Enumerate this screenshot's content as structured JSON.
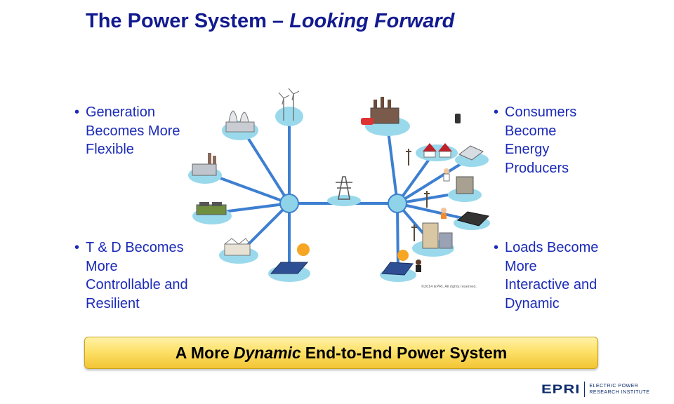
{
  "title": {
    "main": "The Power System – ",
    "emphasis": "Looking Forward"
  },
  "bullets": {
    "generation": [
      "Generation",
      "Becomes More",
      "Flexible"
    ],
    "td": [
      "T & D Becomes",
      "More",
      "Controllable and",
      "Resilient"
    ],
    "consumers": [
      "Consumers",
      "Become",
      "Energy",
      "Producers"
    ],
    "loads": [
      "Loads Become",
      "More",
      "Interactive and",
      "Dynamic"
    ]
  },
  "diagram": {
    "copyright": "©2014 EPRI. All rights reserved."
  },
  "banner": {
    "before": "A More",
    "emphasis": "Dynamic",
    "after": "End-to-End Power System"
  },
  "logo": {
    "mark": "EPRI",
    "line1": "ELECTRIC POWER",
    "line2": "RESEARCH INSTITUTE"
  },
  "colors": {
    "title": "#111a8e",
    "bullets": "#1b2ab8",
    "hub": "#8fd3e8",
    "line": "#3d7fd1",
    "banner": "#fde16a"
  }
}
